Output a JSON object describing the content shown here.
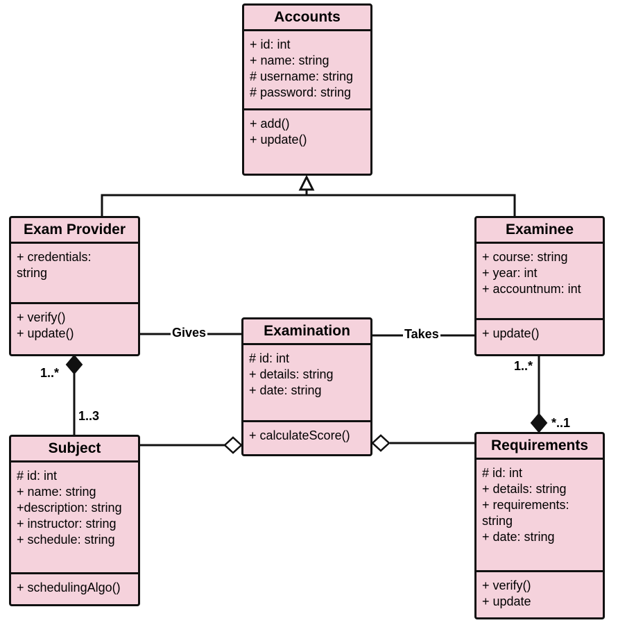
{
  "classes": {
    "accounts": {
      "name": "Accounts",
      "attributes": [
        "+ id: int",
        "+ name: string",
        "# username: string",
        "# password: string"
      ],
      "methods": [
        "+ add()",
        "+ update()"
      ]
    },
    "exam_provider": {
      "name": "Exam Provider",
      "attributes": [
        "+ credentials:",
        "string"
      ],
      "methods": [
        "+ verify()",
        "+ update()"
      ]
    },
    "examinee": {
      "name": "Examinee",
      "attributes": [
        "+ course: string",
        "+ year: int",
        "+ accountnum: int"
      ],
      "methods": [
        "+ update()"
      ]
    },
    "examination": {
      "name": "Examination",
      "attributes": [
        "# id: int",
        "+ details: string",
        "+ date: string"
      ],
      "methods": [
        "+ calculateScore()"
      ]
    },
    "subject": {
      "name": "Subject",
      "attributes": [
        "# id: int",
        "+ name: string",
        "+description: string",
        "+ instructor: string",
        "+ schedule: string"
      ],
      "methods": [
        "+ schedulingAlgo()"
      ]
    },
    "requirements": {
      "name": "Requirements",
      "attributes": [
        "# id: int",
        "+ details: string",
        "+ requirements:",
        "string",
        "+ date: string"
      ],
      "methods": [
        "+ verify()",
        "+ update"
      ]
    }
  },
  "associations": {
    "gives": "Gives",
    "takes": "Takes"
  },
  "multiplicities": {
    "provider_subject_top": "1..*",
    "provider_subject_bottom": "1..3",
    "examinee_requirements_top": "1..*",
    "examinee_requirements_bottom": "*..1"
  },
  "colors": {
    "class_fill": "#f5d2dc",
    "stroke": "#111111",
    "background": "#ffffff"
  }
}
